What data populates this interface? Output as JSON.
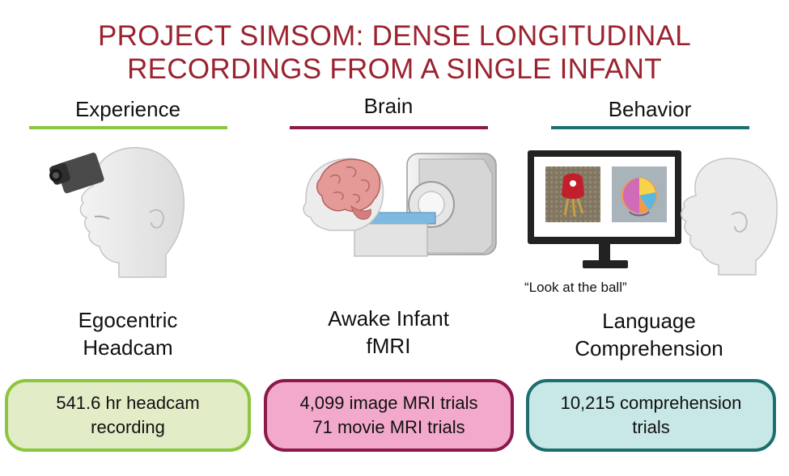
{
  "title": {
    "line1": "PROJECT SIMSOM: DENSE LONGITUDINAL",
    "line2": "RECORDINGS FROM A SINGLE INFANT"
  },
  "columns": [
    {
      "heading": "Experience",
      "label_line1": "Egocentric",
      "label_line2": "Headcam",
      "stat_line1": "541.6 hr headcam",
      "stat_line2": "recording",
      "accent_color": "#8cc63f",
      "box_fill": "#e2ecc6",
      "icon": "infant-headcam-icon"
    },
    {
      "heading": "Brain",
      "label_line1": "Awake Infant",
      "label_line2": "fMRI",
      "stat_line1": "4,099 image MRI trials",
      "stat_line2": "71 movie MRI trials",
      "accent_color": "#8b1a4a",
      "box_fill": "#f2a9cb",
      "icon": "infant-mri-scanner-icon"
    },
    {
      "heading": "Behavior",
      "label_line1": "Language",
      "label_line2": "Comprehension",
      "stat_line1": "10,215 comprehension",
      "stat_line2": "trials",
      "quote": "“Look at the ball”",
      "accent_color": "#1e6e6e",
      "box_fill": "#c8e7e7",
      "icon": "infant-monitor-icon"
    }
  ],
  "colors": {
    "title": "#9b2330",
    "skin": "#ececec",
    "skin_outline": "#c4c4c4"
  }
}
